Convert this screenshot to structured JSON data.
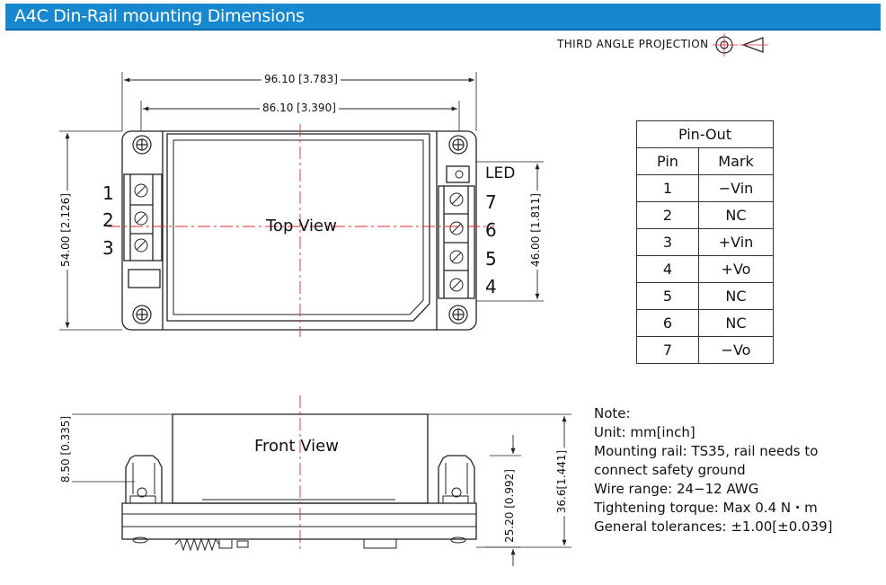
{
  "title": "A4C Din-Rail mounting Dimensions",
  "projection_label": "THIRD ANGLE PROJECTION",
  "dimensions": {
    "overall_width": "96.10 [3.783]",
    "hole_spacing": "86.10 [3.390]",
    "height": "54.00 [2.126]",
    "terminal_height": "46.00 [1.811]",
    "front_top": "8.50 [0.335]",
    "front_rail": "25.20 [0.992]",
    "front_height": "36.6[1.441]"
  },
  "top_view": {
    "label": "Top View",
    "left_pins": [
      "1",
      "2",
      "3"
    ],
    "right_pins": [
      "7",
      "6",
      "5",
      "4"
    ],
    "led_label": "LED"
  },
  "front_view": {
    "label": "Front View"
  },
  "pinout": {
    "title": "Pin-Out",
    "headers": [
      "Pin",
      "Mark"
    ],
    "rows": [
      {
        "pin": "1",
        "mark": "−Vin"
      },
      {
        "pin": "2",
        "mark": "NC"
      },
      {
        "pin": "3",
        "mark": "+Vin"
      },
      {
        "pin": "4",
        "mark": "+Vo"
      },
      {
        "pin": "5",
        "mark": "NC"
      },
      {
        "pin": "6",
        "mark": "NC"
      },
      {
        "pin": "7",
        "mark": "−Vo"
      }
    ]
  },
  "notes": [
    "Note:",
    "Unit: mm[inch]",
    "Mounting rail: TS35, rail needs to",
    "connect safety ground",
    "Wire range: 24−12 AWG",
    "Tightening torque: Max 0.4 N・m",
    "General tolerances: ±1.00[±0.039]"
  ],
  "colors": {
    "header": "#1787cf",
    "centerline": "#e0282d",
    "line": "#222222"
  }
}
